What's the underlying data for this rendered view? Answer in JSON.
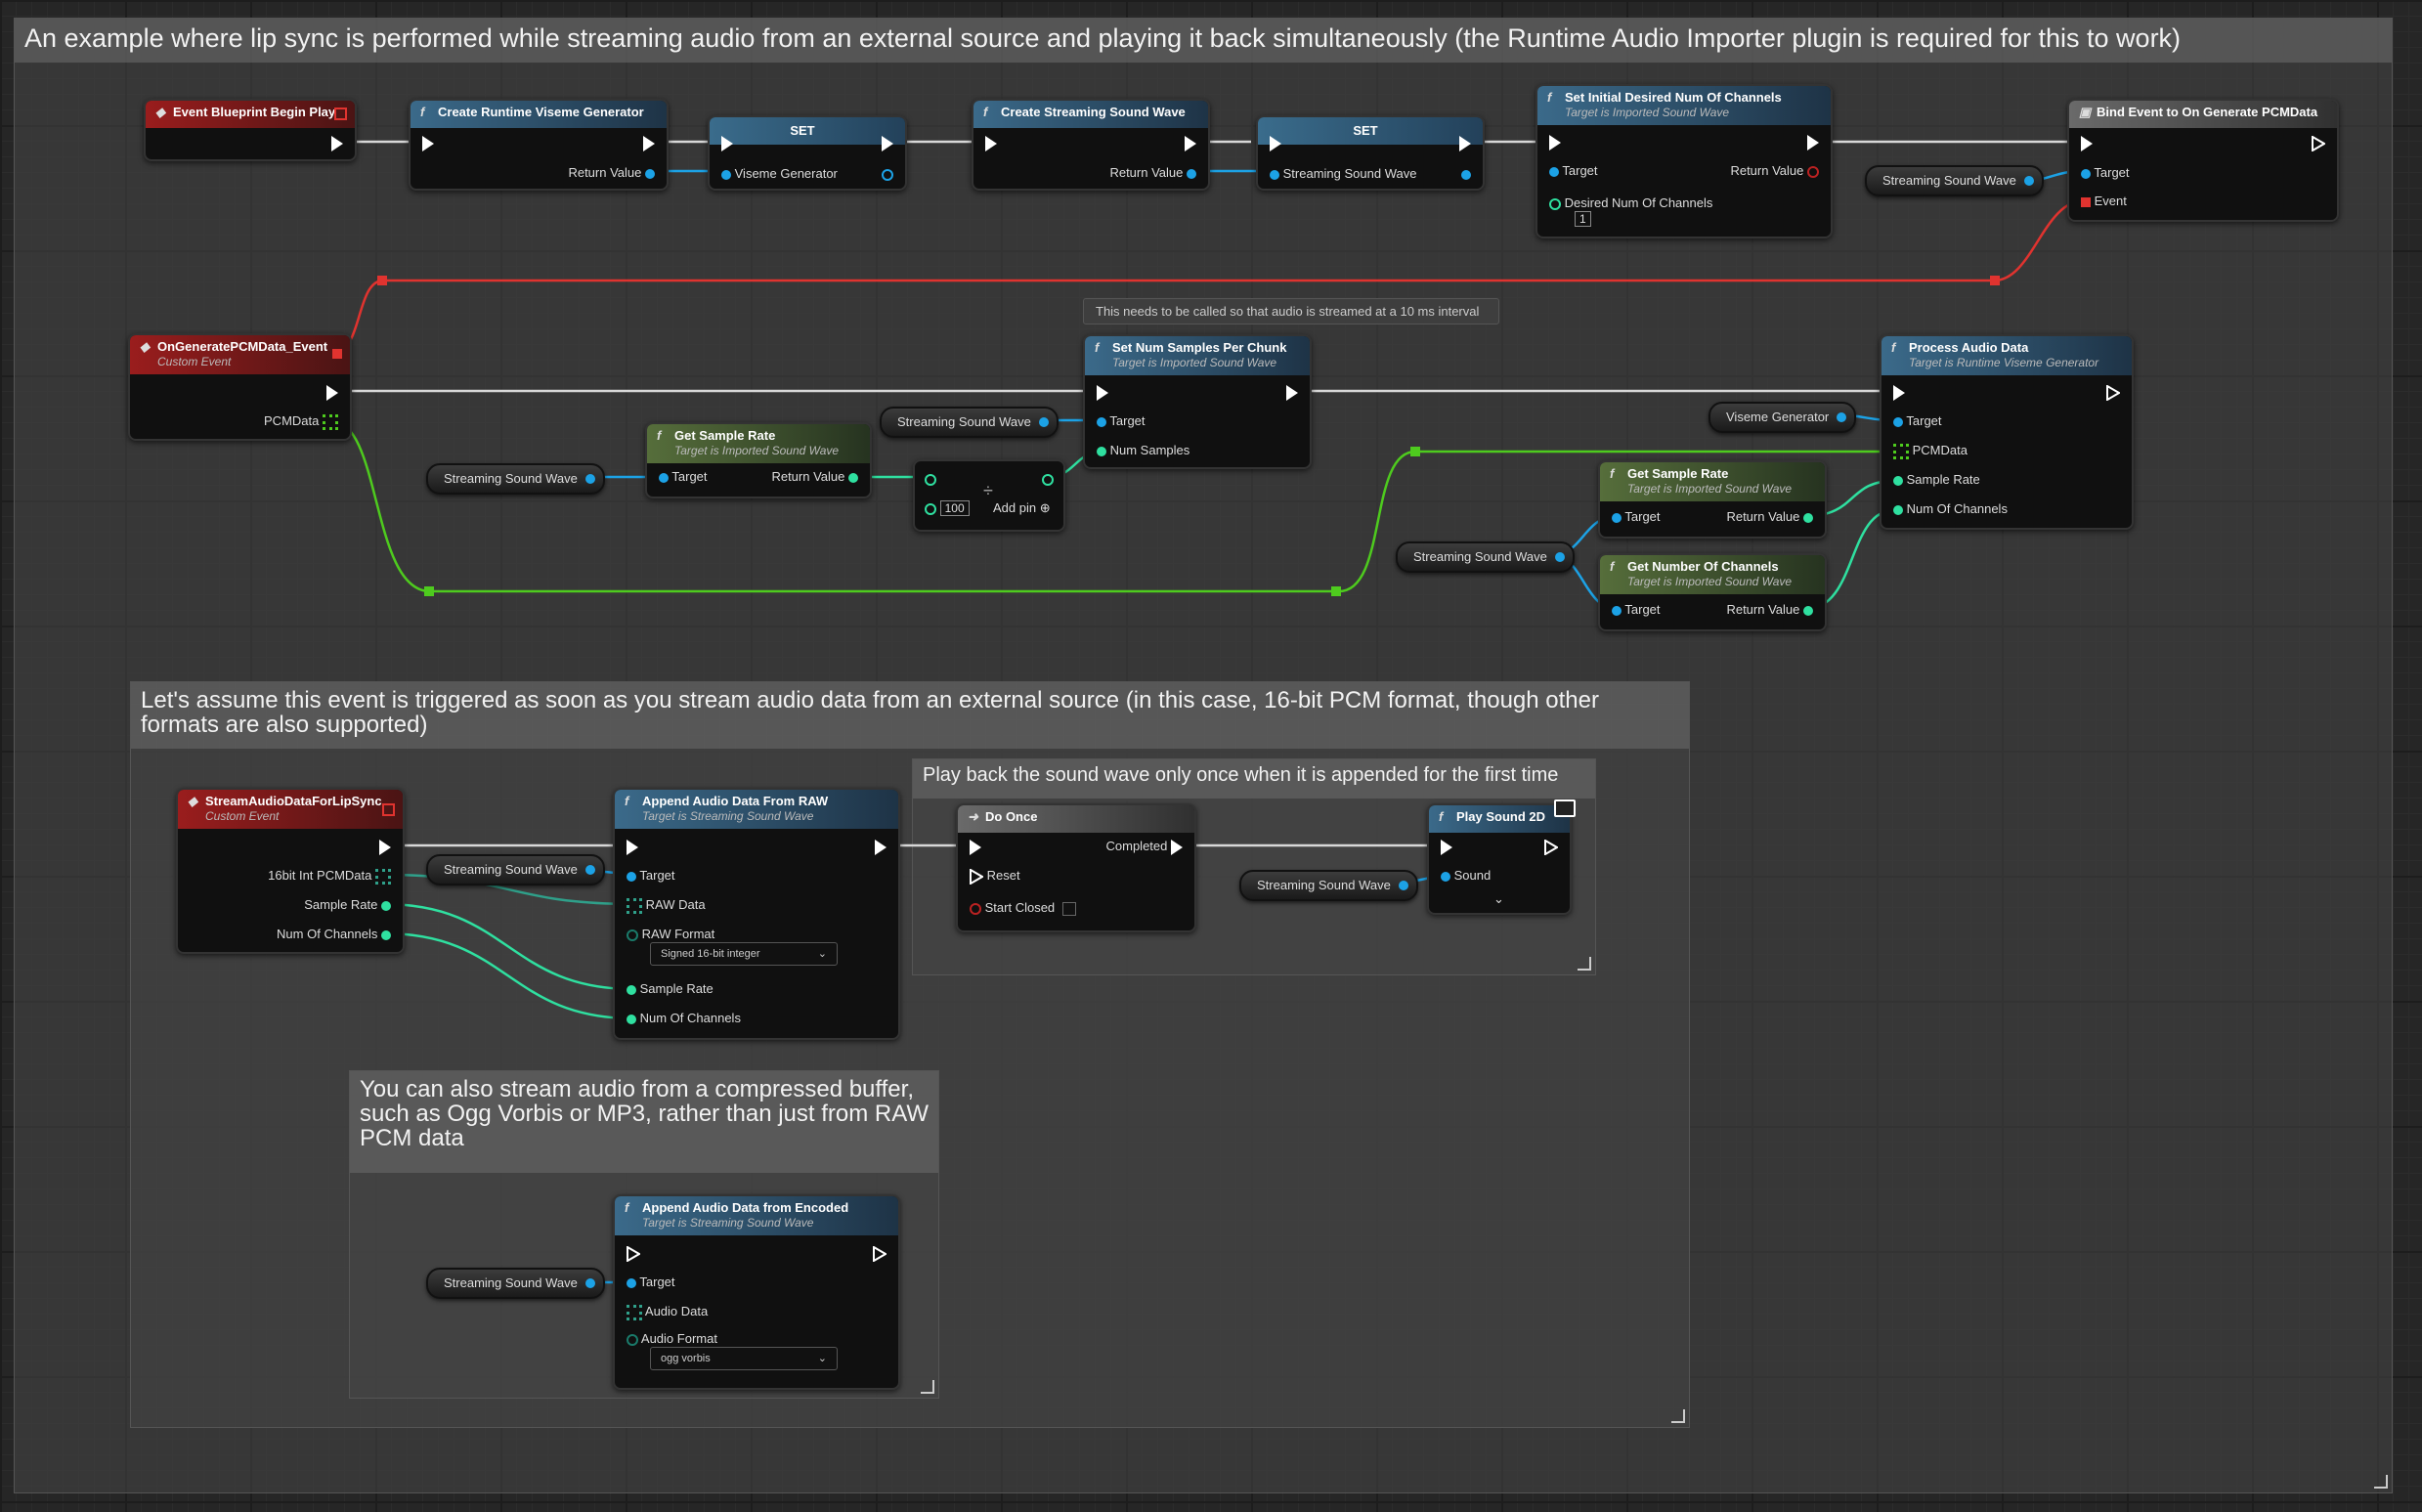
{
  "comments": {
    "main_title": "An example where lip sync is performed while streaming audio from an external source and playing it back simultaneously (the Runtime Audio Importer plugin is required for this to work)",
    "stream_title": "Let's assume this event is triggered as soon as you stream audio data from an external source (in this case, 16-bit PCM format, though other formats are also supported)",
    "playback_title": "Play back the sound wave only once when it is appended for the first time",
    "compressed_title": "You can also stream audio from a compressed buffer, such as Ogg Vorbis or MP3, rather than just from RAW PCM data"
  },
  "note": "This needs to be called so that audio is streamed at a 10 ms interval",
  "nodes": {
    "begin_play": {
      "title": "Event Blueprint Begin Play"
    },
    "create_viseme": {
      "title": "Create Runtime Viseme Generator",
      "return": "Return Value"
    },
    "set1": {
      "title": "SET",
      "pin": "Viseme Generator"
    },
    "create_ssw": {
      "title": "Create Streaming Sound Wave",
      "return": "Return Value"
    },
    "set2": {
      "title": "SET",
      "pin": "Streaming Sound Wave"
    },
    "set_channels": {
      "title": "Set Initial Desired Num Of Channels",
      "sub": "Target is Imported Sound Wave",
      "target": "Target",
      "return": "Return Value",
      "desired": "Desired Num Of Channels",
      "desired_val": "1"
    },
    "bind_event": {
      "title": "Bind Event to On Generate PCMData",
      "target": "Target",
      "event": "Event"
    },
    "on_generate": {
      "title": "OnGeneratePCMData_Event",
      "sub": "Custom Event",
      "pcm": "PCMData"
    },
    "get_sample_rate1": {
      "title": "Get Sample Rate",
      "sub": "Target is Imported Sound Wave",
      "target": "Target",
      "return": "Return Value"
    },
    "divide": {
      "val": "100",
      "addpin": "Add pin"
    },
    "set_num_samples": {
      "title": "Set Num Samples Per Chunk",
      "sub": "Target is Imported Sound Wave",
      "target": "Target",
      "num": "Num Samples"
    },
    "process_audio": {
      "title": "Process Audio Data",
      "sub": "Target is Runtime Viseme Generator",
      "target": "Target",
      "pcm": "PCMData",
      "rate": "Sample Rate",
      "chan": "Num Of Channels"
    },
    "get_sample_rate2": {
      "title": "Get Sample Rate",
      "sub": "Target is Imported Sound Wave",
      "target": "Target",
      "return": "Return Value"
    },
    "get_num_channels": {
      "title": "Get Number Of Channels",
      "sub": "Target is Imported Sound Wave",
      "target": "Target",
      "return": "Return Value"
    },
    "stream_event": {
      "title": "StreamAudioDataForLipSync",
      "sub": "Custom Event",
      "pcm": "16bit Int PCMData",
      "rate": "Sample Rate",
      "chan": "Num Of Channels"
    },
    "append_raw": {
      "title": "Append Audio Data From RAW",
      "sub": "Target is Streaming Sound Wave",
      "target": "Target",
      "raw": "RAW Data",
      "format_label": "RAW Format",
      "format_val": "Signed 16-bit integer",
      "rate": "Sample Rate",
      "chan": "Num Of Channels"
    },
    "do_once": {
      "title": "Do Once",
      "completed": "Completed",
      "reset": "Reset",
      "start_closed": "Start Closed"
    },
    "play_sound": {
      "title": "Play Sound 2D",
      "sound": "Sound"
    },
    "append_encoded": {
      "title": "Append Audio Data from Encoded",
      "sub": "Target is Streaming Sound Wave",
      "target": "Target",
      "audio": "Audio Data",
      "format_label": "Audio Format",
      "format_val": "ogg vorbis"
    }
  },
  "vars": {
    "ssw": "Streaming Sound Wave",
    "viseme": "Viseme Generator"
  },
  "colors": {
    "exec_wire": "#d8d8d8",
    "object_wire": "#1ca2e6",
    "float_wire": "#2fe0a0",
    "array_wire": "#4ecb1e",
    "delegate_wire": "#e0332f"
  }
}
